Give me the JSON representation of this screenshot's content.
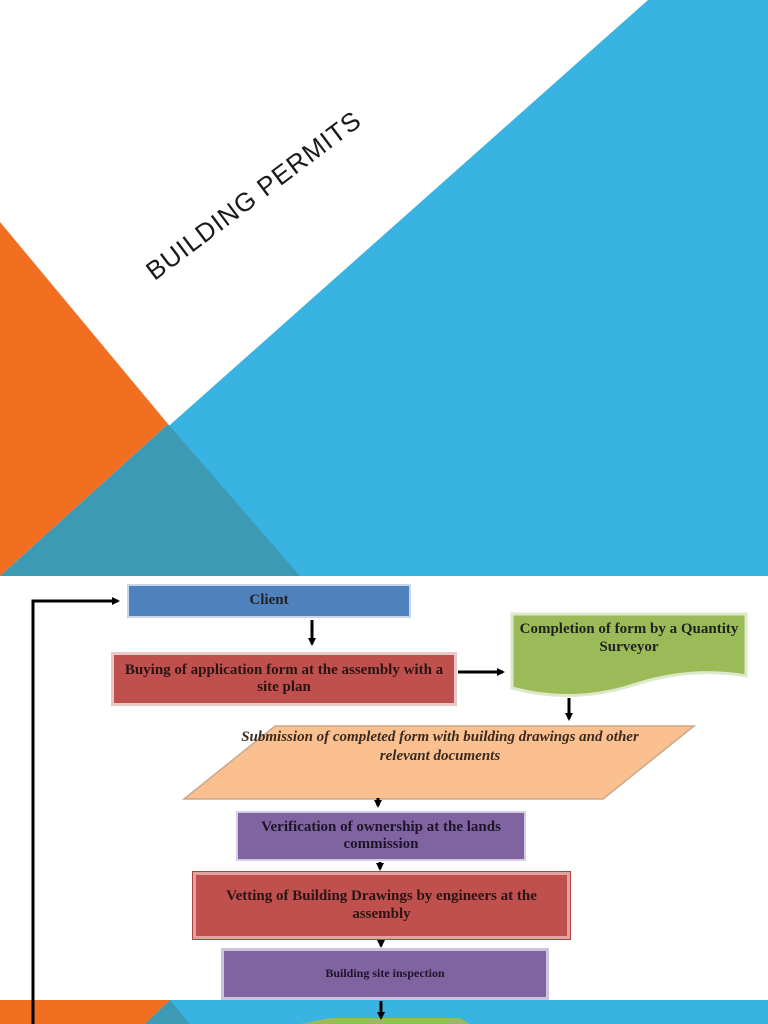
{
  "slide": {
    "title": "Building Permits",
    "colors": {
      "orange": "#f26f21",
      "blue": "#39b3e1",
      "teal": "#3c9ab4",
      "white": "#ffffff"
    }
  },
  "flowchart": {
    "nodes": {
      "client": "Client",
      "buying_form": "Buying of application form at the assembly with a site plan",
      "quantity_surveyor": "Completion of form by a Quantity Surveyor",
      "submission": "Submission of completed form with building drawings and other relevant documents",
      "verification": "Verification of ownership at the lands commission",
      "vetting": "Vetting of Building Drawings by engineers at the assembly",
      "site_inspection": "Building site inspection"
    },
    "colors": {
      "client": "#4f81bd",
      "buying_form": "#c0504d",
      "quantity_surveyor": "#9bbb59",
      "submission": "#fac090",
      "verification": "#8064a2",
      "vetting": "#c0504d",
      "site_inspection": "#8064a2"
    }
  }
}
